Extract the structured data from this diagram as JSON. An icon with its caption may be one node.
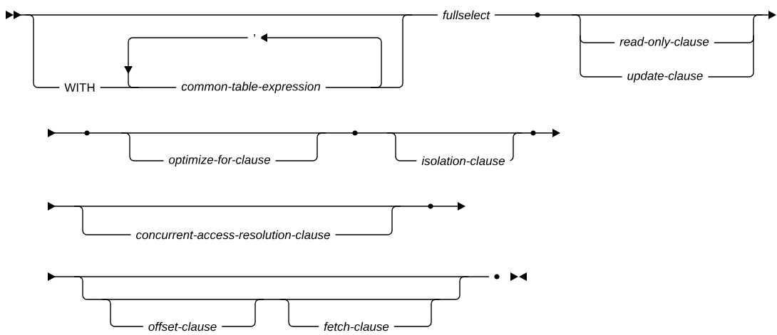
{
  "diagram": {
    "labels": [
      "fullselect",
      ",",
      "read-only-clause",
      "WITH",
      "common-table-expression",
      "update-clause",
      "optimize-for-clause",
      "isolation-clause",
      "concurrent-access-resolution-clause",
      "offset-clause",
      "fetch-clause"
    ]
  }
}
